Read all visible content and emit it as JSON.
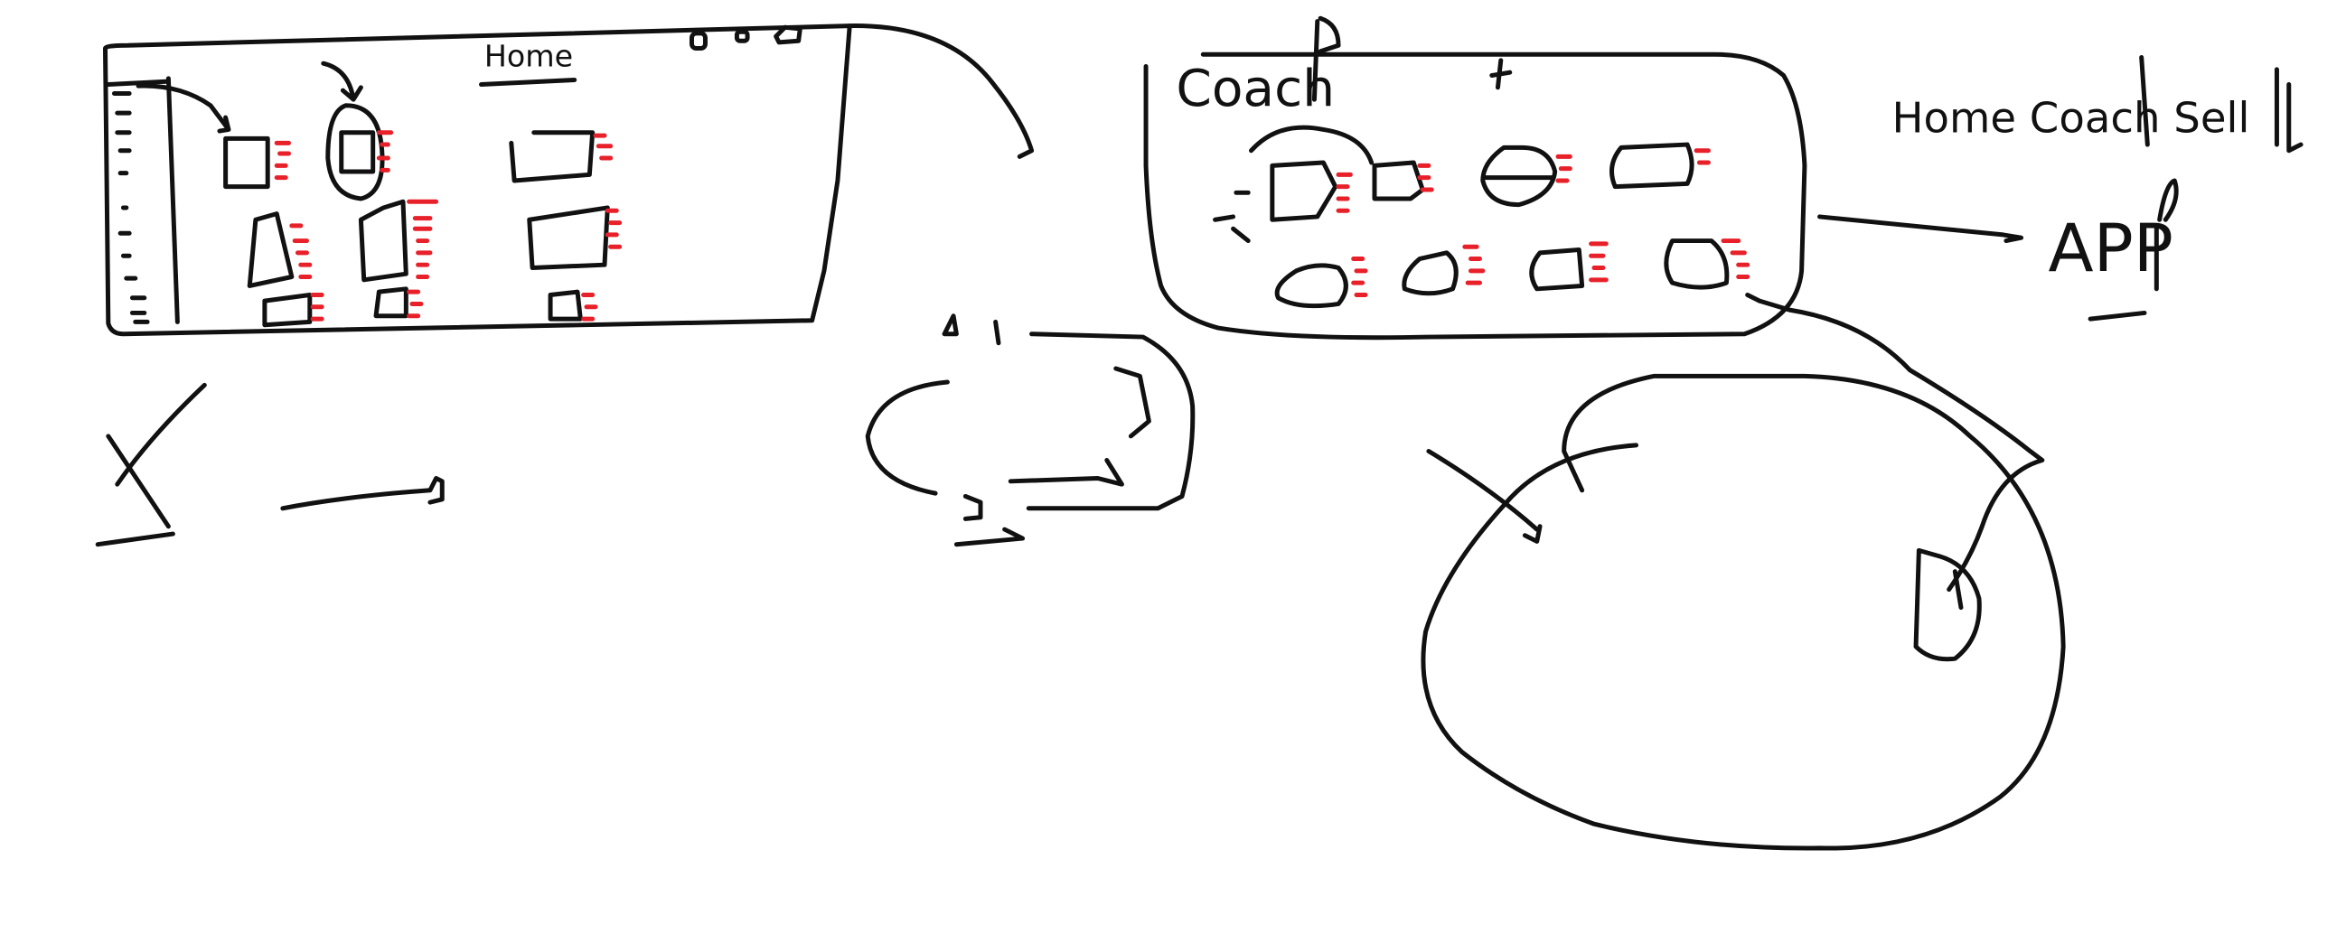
{
  "colors": {
    "ink": "#111111",
    "annotation": "#e8202a",
    "background": "#ffffff"
  },
  "home_sketch": {
    "title": "Home"
  },
  "coach_sketch": {
    "title": "Coach"
  },
  "nav_note": {
    "text": "Home Coach Sell"
  },
  "app_note": {
    "text": "APP"
  }
}
